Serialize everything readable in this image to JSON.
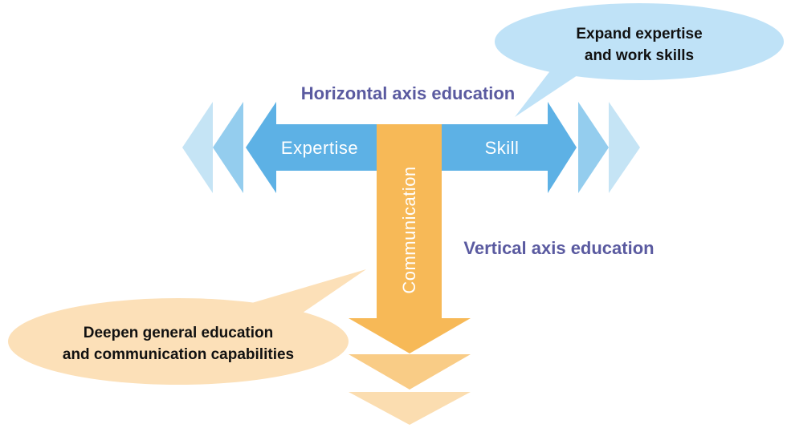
{
  "colors": {
    "blue_main": "#5DB1E5",
    "blue_mid": "#94CDEE",
    "blue_light": "#C5E4F5",
    "bubble_blue": "#BFE2F7",
    "orange_main": "#F7B957",
    "orange_mid": "#F9CC86",
    "orange_light": "#FBDDB0",
    "bubble_orange": "#FCE0B8",
    "title_purple": "#5A5AA0",
    "bubble_text": "#111111",
    "arrow_text": "#FFFFFF"
  },
  "horizontal": {
    "title": "Horizontal axis education",
    "left_label": "Expertise",
    "right_label": "Skill"
  },
  "vertical": {
    "title": "Vertical axis education",
    "label": "Communication"
  },
  "bubble_top": {
    "line1": "Expand expertise",
    "line2": "and work skills"
  },
  "bubble_bottom": {
    "line1": "Deepen general education",
    "line2": "and communication capabilities"
  }
}
